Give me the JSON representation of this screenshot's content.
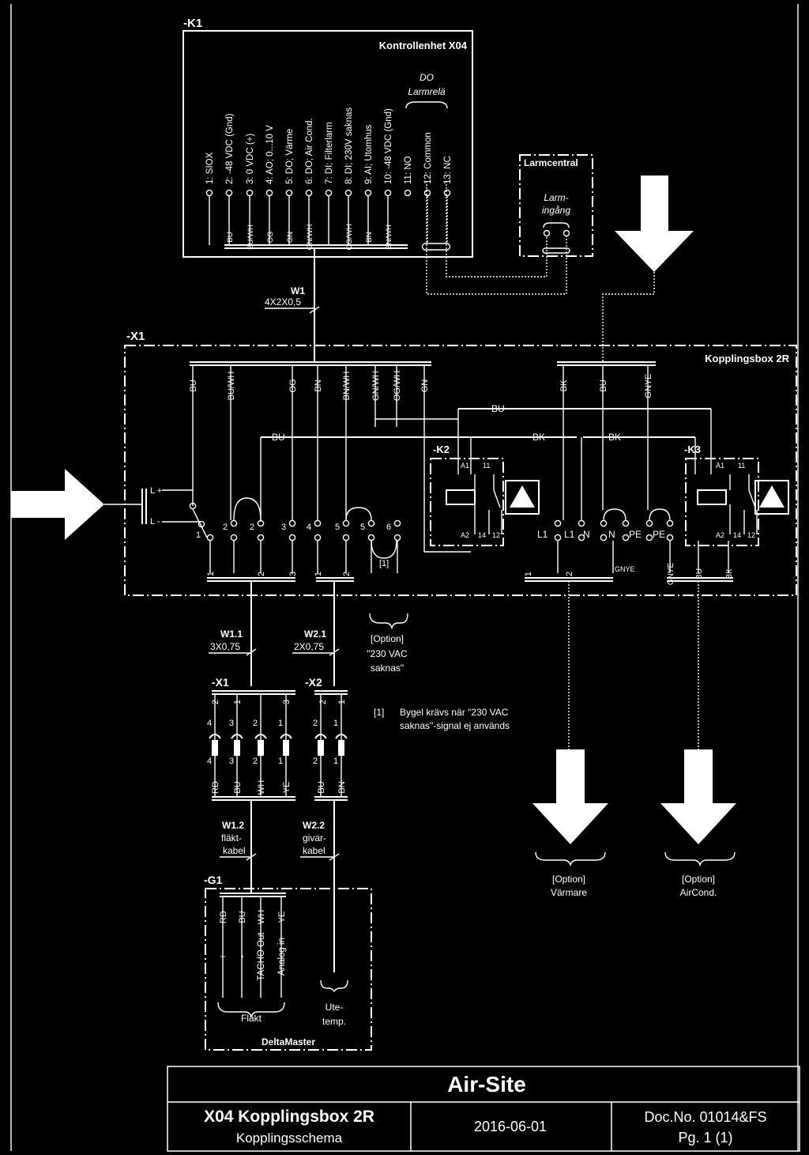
{
  "k1": {
    "tag": "-K1",
    "title": "Kontrollenhet X04",
    "do_label_1": "DO",
    "do_label_2": "Larmrelä",
    "terminals": [
      "1: SIOX",
      "2: -48 VDC (Gnd)",
      "3: 0 VDC (+)",
      "4: AO; 0...10 V",
      "5: DO; Värme",
      "6: DO; Air Cond.",
      "7: DI; Filterlarm",
      "8: DI; 230V saknas",
      "9: AI; Utomhus",
      "10: -48 VDC (Gnd)",
      "11: NO",
      "12: Common",
      "13: NC"
    ],
    "wire_colors": [
      "BU",
      "BU/WH",
      "OG",
      "GN",
      "GN/WH",
      "OG/WH",
      "BN",
      "BN/WH"
    ]
  },
  "larmcentral": {
    "title": "Larmcentral",
    "input_1": "Larm-",
    "input_2": "ingång"
  },
  "w1": {
    "tag": "W1",
    "spec": "4X2X0,5"
  },
  "x1": {
    "tag": "-X1",
    "title": "Kopplingsbox 2R",
    "top_wires": [
      "BU",
      "BU/WH",
      "OG",
      "BN",
      "BN/WH",
      "GN/WH",
      "OG/WH",
      "GN"
    ],
    "power_wires": [
      "BK",
      "BU",
      "GNYE"
    ],
    "bus_labels": [
      "BU",
      "BU",
      "BK",
      "BK"
    ],
    "k2": "-K2",
    "k3": "-K3",
    "relay_pins": [
      "A1",
      "11",
      "A2",
      "14",
      "12"
    ],
    "input_labels": [
      "L +",
      "L -"
    ],
    "terminal_numbers": [
      "1",
      "2",
      "2",
      "3",
      "4",
      "5",
      "5",
      "6"
    ],
    "mains_terminals": [
      "L1",
      "L1",
      "N",
      "N",
      "PE",
      "PE"
    ],
    "bottom_numbers": [
      "1",
      "2",
      "3",
      "1",
      "2",
      "1",
      "2"
    ],
    "bottom_wires": [
      "GNYE",
      "GNYE",
      "BU",
      "BK"
    ],
    "jumper_ref": "[1]"
  },
  "option_230": [
    "[Option]",
    "\"230 VAC",
    "saknas\""
  ],
  "footnote": {
    "ref": "[1]",
    "line1": "Bygel krävs när \"230 VAC",
    "line2": "saknas\"-signal ej används"
  },
  "w11": {
    "tag": "W1.1",
    "spec": "3X0,75"
  },
  "w21": {
    "tag": "W2.1",
    "spec": "2X0,75"
  },
  "cx1": {
    "tag": "-X1",
    "top": [
      "2",
      "1",
      "3"
    ],
    "pins": [
      "4",
      "3",
      "2",
      "1"
    ],
    "wires": [
      "RD",
      "BU",
      "WH",
      "YE"
    ]
  },
  "cx2": {
    "tag": "-X2",
    "top": [
      "2",
      "1"
    ],
    "pins": [
      "2",
      "1"
    ],
    "wires": [
      "BU",
      "BN"
    ]
  },
  "w12": {
    "tag": "W1.2",
    "l1": "fläkt-",
    "l2": "kabel"
  },
  "w22": {
    "tag": "W2.2",
    "l1": "givar-",
    "l2": "kabel"
  },
  "g1": {
    "tag": "-G1",
    "wires": [
      "RD",
      "BU",
      "WH",
      "YE"
    ],
    "signals": [
      "+",
      "-",
      "TACHO Out",
      "Analog in"
    ],
    "fan": "Fläkt",
    "sensor_1": "Ute-",
    "sensor_2": "temp.",
    "name": "DeltaMaster"
  },
  "opt_varmare": [
    "[Option]",
    "Värmare"
  ],
  "opt_aircond": [
    "[Option]",
    "AirCond."
  ],
  "title_block": {
    "company": "Air-Site",
    "title": "X04 Kopplingsbox 2R",
    "subtitle": "Kopplingsschema",
    "date": "2016-06-01",
    "doc": "Doc.No. 01014&FS",
    "page": "Pg. 1 (1)"
  }
}
